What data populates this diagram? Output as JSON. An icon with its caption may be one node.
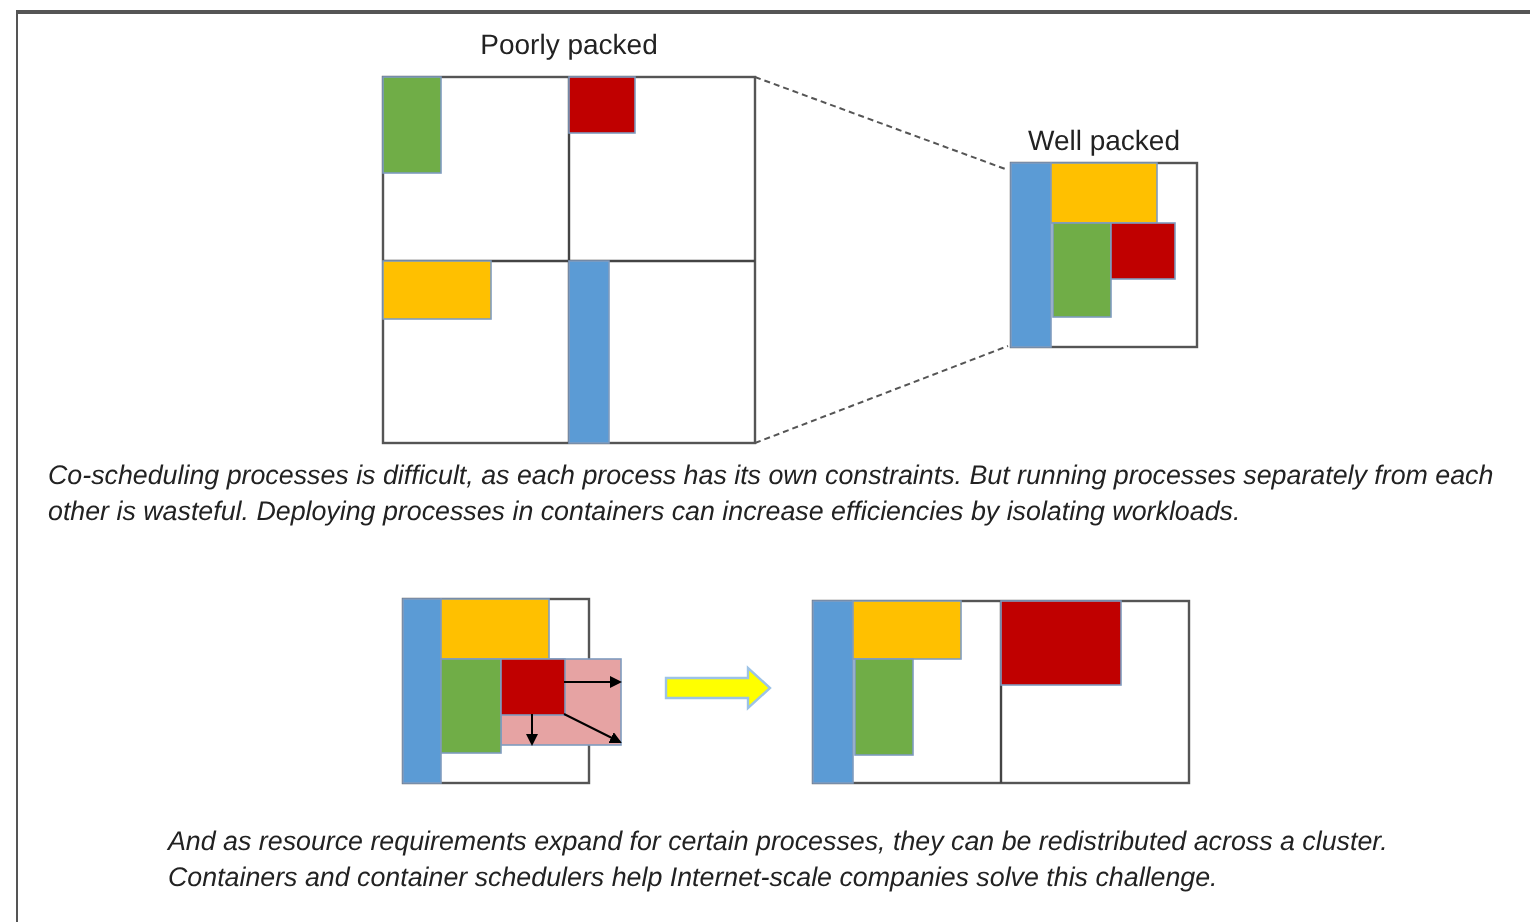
{
  "diagram": {
    "nodes": [
      {
        "text": [
          "Poorly packed"
        ]
      },
      {
        "text": [
          "Well packed"
        ]
      },
      {
        "text": [],
        "shape": "box"
      },
      {
        "text": [],
        "shape": "box"
      }
    ],
    "edges": [
      {
        "from": 0,
        "to": 1,
        "arrow": "none",
        "style": "dashed"
      },
      {
        "from": 0,
        "to": 1,
        "arrow": "none",
        "style": "dashed"
      },
      {
        "from": 2,
        "to": 3,
        "arrow": "to",
        "style": "thick",
        "color": "#ffff00"
      }
    ],
    "labels": [
      "Co-scheduling processes is difficult, as each process has its own constraints. But running processes separately from each other is wasteful. Deploying processes in containers can increase efficiencies by isolating workloads.",
      "And as resource requirements expand for certain processes, they can be redistributed across a cluster. Containers and container schedulers help Internet-scale companies solve this challenge."
    ]
  }
}
